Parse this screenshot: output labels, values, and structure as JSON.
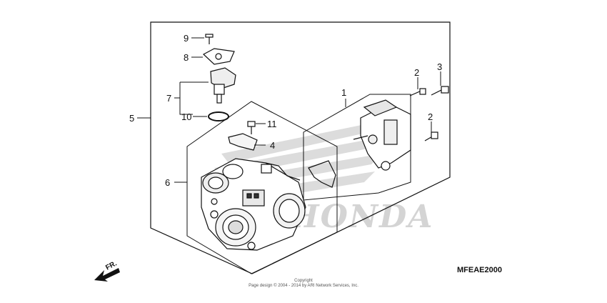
{
  "watermark": "HONDA",
  "diagram_code": "MFEAE2000",
  "copyright": {
    "line1": "Copyright",
    "line2": "Page design © 2004 - 2014 by ARI Network Services, Inc."
  },
  "front_indicator": "FR.",
  "callouts": [
    {
      "id": "1",
      "label": "1"
    },
    {
      "id": "2a",
      "label": "2"
    },
    {
      "id": "2b",
      "label": "2"
    },
    {
      "id": "3",
      "label": "3"
    },
    {
      "id": "4",
      "label": "4"
    },
    {
      "id": "5",
      "label": "5"
    },
    {
      "id": "6",
      "label": "6"
    },
    {
      "id": "7",
      "label": "7"
    },
    {
      "id": "8",
      "label": "8"
    },
    {
      "id": "9",
      "label": "9"
    },
    {
      "id": "10",
      "label": "10"
    },
    {
      "id": "11",
      "label": "11"
    }
  ]
}
